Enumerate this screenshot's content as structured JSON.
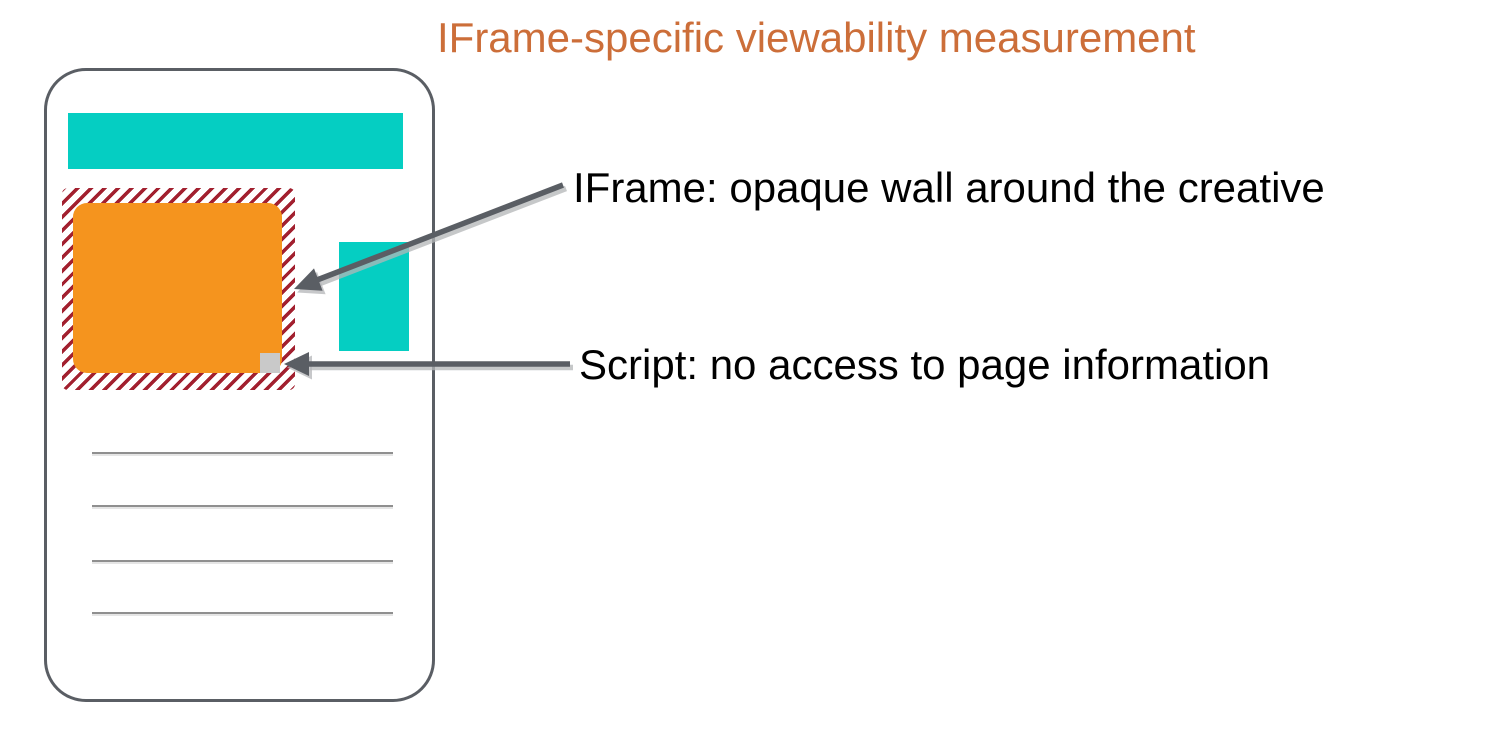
{
  "title": {
    "text": "IFrame-specific viewability measurement"
  },
  "annotations": {
    "iframe_label": "IFrame: opaque wall around the creative",
    "script_label": "Script: no access to page information"
  },
  "diagram": {
    "shapes": {
      "page_outline": "webpage-mockup-outline",
      "header_bar": "teal-header-block",
      "iframe_wall": "red-hatched-iframe-border",
      "creative": "orange-ad-creative-block",
      "script_pixel": "gray-script-pixel",
      "sidebar_block": "teal-sidebar-block",
      "text_line": "gray-body-text-line",
      "text_line_count": 4,
      "arrow_iframe": "arrow-pointing-to-iframe-wall",
      "arrow_script": "arrow-pointing-to-script-pixel"
    }
  },
  "colors": {
    "title": "#cc6e39",
    "teal": "#05cec2",
    "orange": "#f5941e",
    "hatch": "#a2202f",
    "outline": "#5a5e64",
    "arrow": "#5a5e64",
    "arrow_shadow": "#b4b6b8",
    "pixel": "#c9c9c9",
    "line": "#8f8f8f",
    "label": "#000000",
    "bg": "#ffffff"
  }
}
